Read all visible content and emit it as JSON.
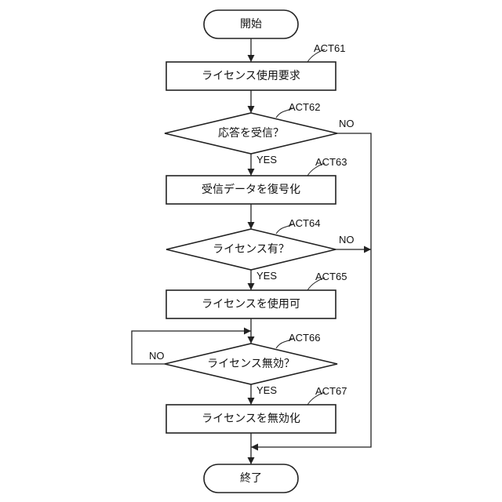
{
  "nodes": {
    "start": "開始",
    "act61": "ライセンス使用要求",
    "act62": "応答を受信？",
    "act63": "受信データを復号化",
    "act64": "ライセンス有？",
    "act65": "ライセンスを使用可",
    "act66": "ライセンス無効？",
    "act67": "ライセンスを無効化",
    "end": "終了"
  },
  "step_labels": {
    "act61": "ACT61",
    "act62": "ACT62",
    "act63": "ACT63",
    "act64": "ACT64",
    "act65": "ACT65",
    "act66": "ACT66",
    "act67": "ACT67"
  },
  "edge_labels": {
    "act62_yes": "YES",
    "act62_no": "NO",
    "act64_yes": "YES",
    "act64_no": "NO",
    "act66_yes": "YES",
    "act66_no": "NO"
  }
}
